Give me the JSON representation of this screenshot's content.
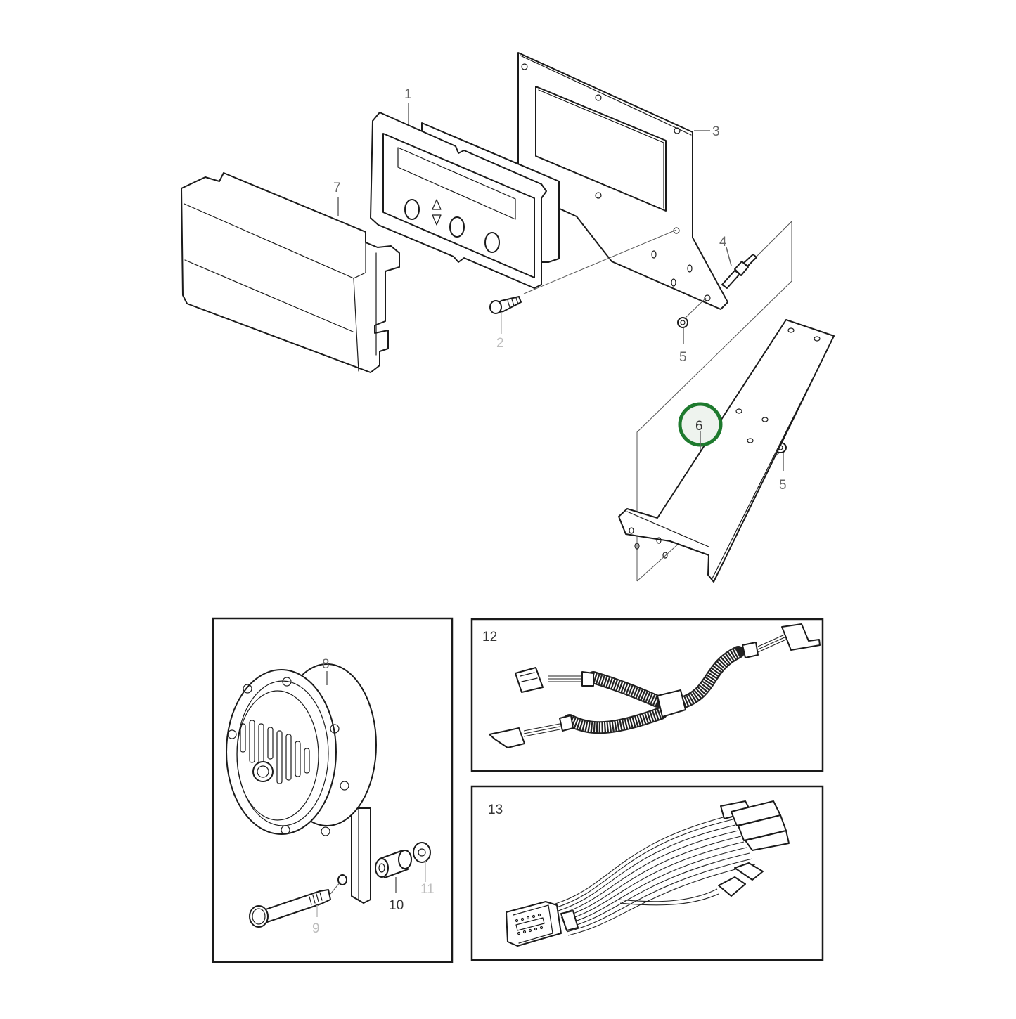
{
  "diagram": {
    "type": "exploded-parts-view",
    "highlight": {
      "callout": "6",
      "ring_color": "#1e7a2e",
      "fill_color": "#eef3ee"
    },
    "callouts": [
      {
        "id": "1",
        "label": "1",
        "part": "display-panel-gasket"
      },
      {
        "id": "2",
        "label": "2",
        "part": "hex-bolt"
      },
      {
        "id": "3",
        "label": "3",
        "part": "mounting-bracket-plate"
      },
      {
        "id": "4",
        "label": "4",
        "part": "stud-spacer"
      },
      {
        "id": "5a",
        "label": "5",
        "part": "nut"
      },
      {
        "id": "5b",
        "label": "5",
        "part": "nut"
      },
      {
        "id": "6",
        "label": "6",
        "part": "support-bracket"
      },
      {
        "id": "7",
        "label": "7",
        "part": "cover-housing"
      },
      {
        "id": "8",
        "label": "8",
        "part": "horn"
      },
      {
        "id": "9",
        "label": "9",
        "part": "flange-bolt"
      },
      {
        "id": "10",
        "label": "10",
        "part": "spacer-sleeve"
      },
      {
        "id": "11",
        "label": "11",
        "part": "lock-nut"
      },
      {
        "id": "12",
        "label": "12",
        "part": "y-wiring-harness"
      },
      {
        "id": "13",
        "label": "13",
        "part": "adapter-wiring-harness"
      }
    ],
    "panels": [
      {
        "name": "horn-assembly",
        "callouts": [
          "8",
          "9",
          "10",
          "11"
        ]
      },
      {
        "name": "wiring-harness-12",
        "callouts": [
          "12"
        ]
      },
      {
        "name": "wiring-harness-13",
        "callouts": [
          "13"
        ]
      }
    ]
  }
}
